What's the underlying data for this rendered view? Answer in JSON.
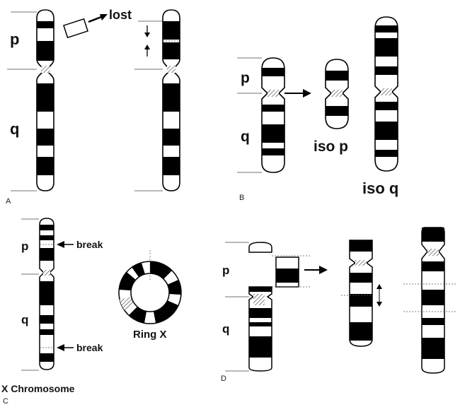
{
  "panels": {
    "a": {
      "letter": "A",
      "p_label": "p",
      "q_label": "q",
      "lost_label": "lost"
    },
    "b": {
      "letter": "B",
      "p_label": "p",
      "q_label": "q",
      "iso_p_label": "iso p",
      "iso_q_label": "iso q"
    },
    "c": {
      "letter": "C",
      "p_label": "p",
      "q_label": "q",
      "break_top_label": "break",
      "break_bottom_label": "break",
      "ring_label": "Ring X",
      "caption": "X Chromosome"
    },
    "d": {
      "letter": "D",
      "p_label": "p",
      "q_label": "q"
    }
  }
}
